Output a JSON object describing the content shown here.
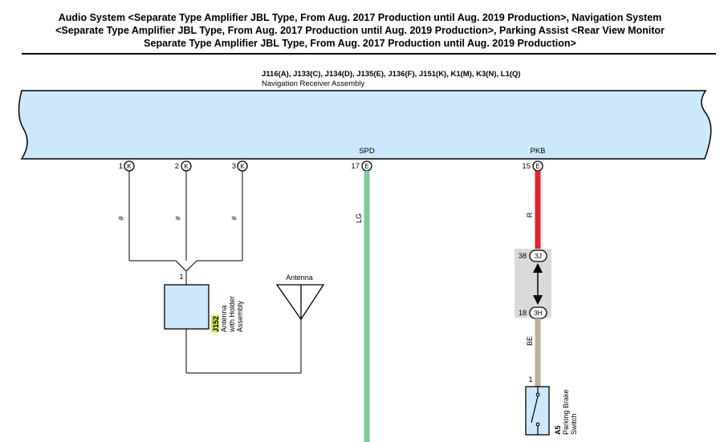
{
  "title": {
    "line1": "Audio System <Separate Type Amplifier JBL Type, From Aug. 2017 Production until Aug. 2019 Production>, Navigation System",
    "line2": "<Separate Type Amplifier JBL Type, From Aug. 2017 Production until Aug. 2019 Production>, Parking Assist <Rear View Monitor",
    "line3": "Separate Type Amplifier JBL Type, From Aug. 2017 Production until Aug. 2019 Production>"
  },
  "receiver": {
    "connectors": "J116(A), J133(C), J134(D), J135(E), J136(F), J151(K), K1(M), K3(N), L1(Q)",
    "name": "Navigation Receiver Assembly",
    "pins": [
      {
        "num": "1",
        "conn": "K",
        "signal": ""
      },
      {
        "num": "2",
        "conn": "K",
        "signal": ""
      },
      {
        "num": "3",
        "conn": "K",
        "signal": ""
      },
      {
        "num": "17",
        "conn": "E",
        "signal": "SPD"
      },
      {
        "num": "15",
        "conn": "E",
        "signal": "PKB"
      }
    ]
  },
  "wires": {
    "pin1": "#",
    "pin2": "#",
    "pin3": "#",
    "spd": "LG",
    "pkb_upper": "R",
    "pkb_lower": "BE"
  },
  "antenna_holder": {
    "pin": "1",
    "code": "J152",
    "name_line1": "Antenna",
    "name_line2": "with Holder",
    "name_line3": "Assembly"
  },
  "antenna": {
    "label": "Antenna"
  },
  "junction": {
    "top_pin": "38",
    "top_conn": "3J",
    "bottom_pin": "18",
    "bottom_conn": "3H"
  },
  "parking_brake": {
    "pin": "1",
    "code": "A5",
    "name_line1": "Parking Brake",
    "name_line2": "Switch"
  },
  "colors": {
    "receiver_fill": "#cce9fb",
    "wire_lg": "#7ec99a",
    "wire_r": "#e8202a",
    "wire_be": "#bfae97",
    "junction_fill": "#d9d9d9",
    "component_fill": "#cce9fb",
    "code_highlight": "#d4e84a"
  }
}
